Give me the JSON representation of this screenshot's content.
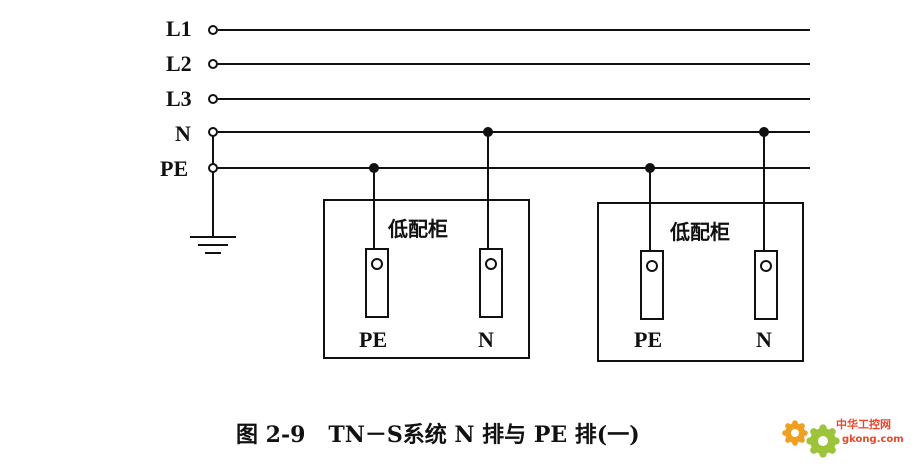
{
  "lines": {
    "L1": "L1",
    "L2": "L2",
    "L3": "L3",
    "N": "N",
    "PE": "PE"
  },
  "cabinets": [
    {
      "title": "低配柜",
      "pe_label": "PE",
      "n_label": "N"
    },
    {
      "title": "低配柜",
      "pe_label": "PE",
      "n_label": "N"
    }
  ],
  "caption": "图 2-9   TN－S系统 N 排与 PE 排(一)",
  "watermark": {
    "line1": "中华工控网",
    "line2": "gkong.com",
    "color_red": "#e8472a",
    "color_gear": "#f0a020"
  }
}
